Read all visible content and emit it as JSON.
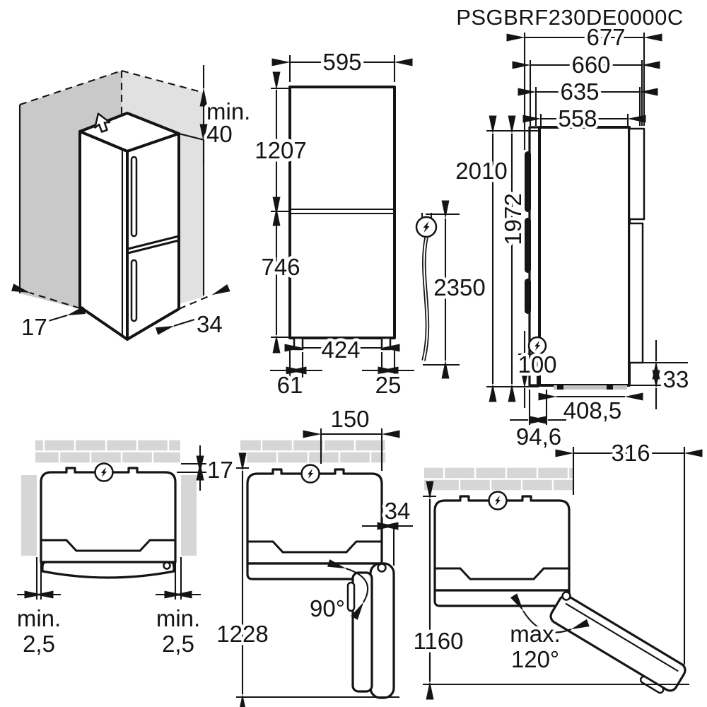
{
  "title": "PSGBRF230DE0000C",
  "colors": {
    "line": "#141414",
    "wall_dark": "#c9c9c9",
    "wall_light": "#e1e1e1",
    "brick_fill": "#d6d6d6",
    "mortar": "#ffffff"
  },
  "corner_view": {
    "top_clearance_line1": "min.",
    "top_clearance_line2": "40",
    "left_floor_clearance": "17",
    "right_floor_clearance": "34"
  },
  "front_view": {
    "width": "595",
    "upper_door_height": "1207",
    "lower_door_height": "746",
    "feet_spacing": "424",
    "left_foot_inset": "61",
    "right_foot_inset": "25"
  },
  "power_cord": {
    "length": "2350"
  },
  "side_view": {
    "depth_with_handle": "677",
    "depth_with_door": "660",
    "depth_body": "635",
    "depth_without_door": "558",
    "height_total": "2010",
    "height_rear": "1972",
    "socket_height": "100",
    "rear_clearance": "33",
    "base_length": "408,5",
    "front_to_base": "94,6"
  },
  "top_view_closed": {
    "rear_wall_gap": "17",
    "left_gap_line1": "min.",
    "left_gap_line2": "2,5",
    "right_gap_line1": "min.",
    "right_gap_line2": "2,5"
  },
  "top_view_door90": {
    "hinge_wall_distance": "150",
    "door_projection": "34",
    "door_angle": "90°",
    "total_depth": "1228"
  },
  "top_view_door120": {
    "side_projection": "316",
    "total_depth": "1160",
    "door_angle_line1": "max.",
    "door_angle_line2": "120°"
  }
}
